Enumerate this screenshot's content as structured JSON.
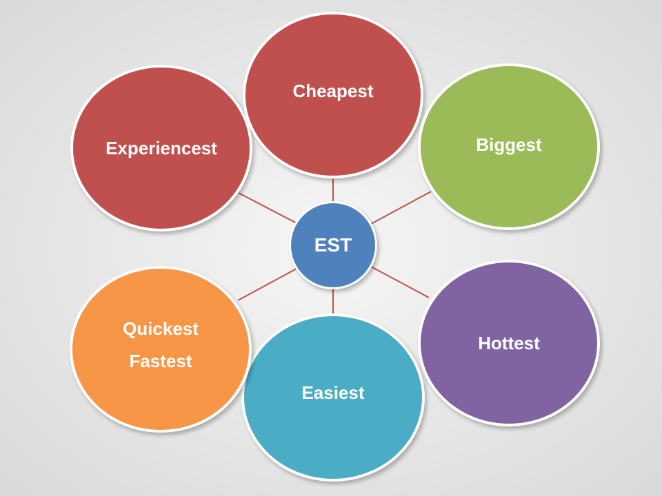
{
  "diagram": {
    "hub": {
      "label": "EST",
      "color": "#4F81BD"
    },
    "connector_color": "#C0504D",
    "nodes": [
      {
        "id": "experiencest",
        "lines": [
          "Experiencest"
        ],
        "color": "#C0504D"
      },
      {
        "id": "cheapest",
        "lines": [
          "Cheapest"
        ],
        "color": "#C0504D"
      },
      {
        "id": "biggest",
        "lines": [
          "Biggest"
        ],
        "color": "#9BBB59"
      },
      {
        "id": "hottest",
        "lines": [
          "Hottest"
        ],
        "color": "#8064A2"
      },
      {
        "id": "easiest",
        "lines": [
          "Easiest"
        ],
        "color": "#4BACC6"
      },
      {
        "id": "quickest-fastest",
        "lines": [
          "Quickest",
          "Fastest"
        ],
        "color": "#F79646"
      }
    ]
  }
}
